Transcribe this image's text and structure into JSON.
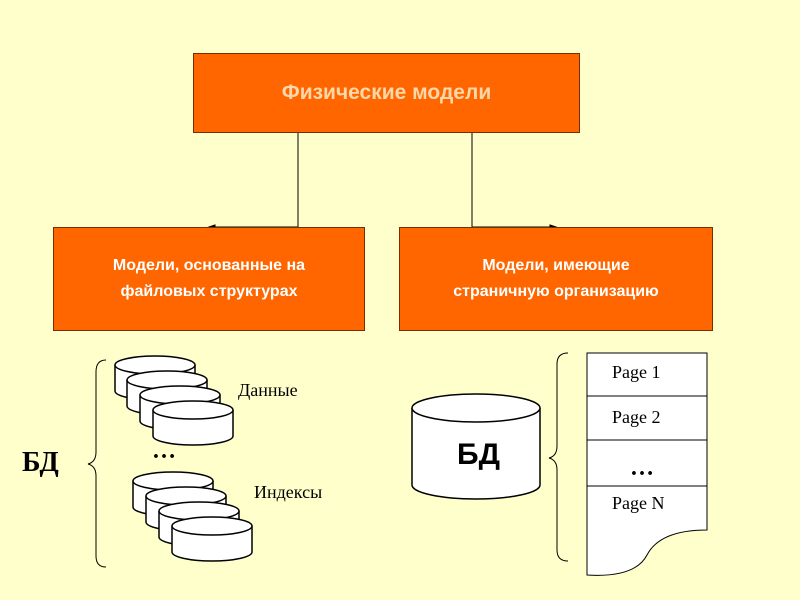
{
  "title": "Физические модели",
  "left_model": {
    "line1": "Модели, основанные на",
    "line2": "файловых структурах"
  },
  "right_model": {
    "line1": "Модели, имеющие",
    "line2": "страничную организацию"
  },
  "left_db": {
    "bd_label": "БД",
    "data_label": "Данные",
    "dots": "…",
    "index_label": "Индексы"
  },
  "right_db": {
    "bd_label": "БД",
    "pages": [
      "Page 1",
      "Page 2",
      "…",
      "Page N"
    ]
  },
  "colors": {
    "box_fill": "#FF6600",
    "background": "#FFFFCC",
    "title_text": "#ffd7a8"
  }
}
